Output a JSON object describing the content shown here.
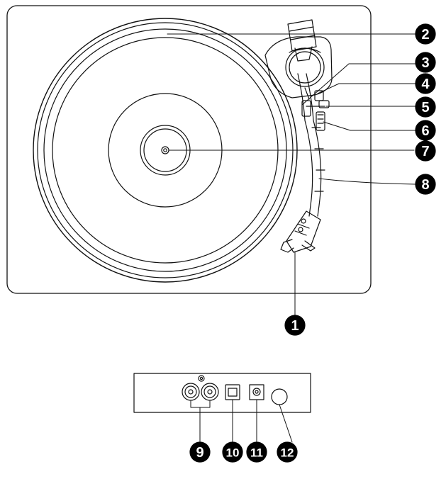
{
  "diagram": {
    "callouts": [
      {
        "id": 1,
        "label": "1"
      },
      {
        "id": 2,
        "label": "2"
      },
      {
        "id": 3,
        "label": "3"
      },
      {
        "id": 4,
        "label": "4"
      },
      {
        "id": 5,
        "label": "5"
      },
      {
        "id": 6,
        "label": "6"
      },
      {
        "id": 7,
        "label": "7"
      },
      {
        "id": 8,
        "label": "8"
      },
      {
        "id": 9,
        "label": "9"
      },
      {
        "id": 10,
        "label": "10"
      },
      {
        "id": 11,
        "label": "11"
      },
      {
        "id": 12,
        "label": "12"
      }
    ]
  },
  "colors": {
    "ink": "#111111",
    "callout_fill": "#000000",
    "callout_text": "#ffffff",
    "background": "#ffffff"
  }
}
